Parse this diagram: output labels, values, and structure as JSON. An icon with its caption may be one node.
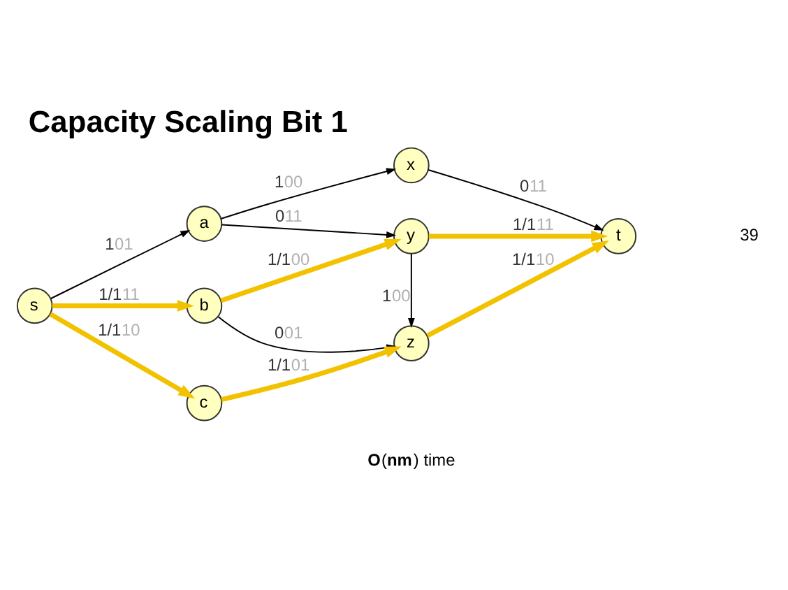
{
  "diagram": {
    "title": "Capacity Scaling Bit 1",
    "nodes": [
      {
        "text": [
          "s"
        ]
      },
      {
        "text": [
          "a"
        ]
      },
      {
        "text": [
          "b"
        ]
      },
      {
        "text": [
          "c"
        ]
      },
      {
        "text": [
          "x"
        ]
      },
      {
        "text": [
          "y"
        ]
      },
      {
        "text": [
          "z"
        ]
      },
      {
        "text": [
          "t"
        ]
      }
    ],
    "edges": [
      {
        "from": 0,
        "to": 1,
        "arrow": "to",
        "label": "101"
      },
      {
        "from": 0,
        "to": 2,
        "arrow": "to",
        "label": "1/111",
        "style": "thick",
        "color": "#f2c200"
      },
      {
        "from": 0,
        "to": 3,
        "arrow": "to",
        "label": "1/110",
        "style": "thick",
        "color": "#f2c200"
      },
      {
        "from": 1,
        "to": 4,
        "arrow": "to",
        "label": "100"
      },
      {
        "from": 1,
        "to": 5,
        "arrow": "to",
        "label": "011"
      },
      {
        "from": 2,
        "to": 5,
        "arrow": "to",
        "label": "1/100",
        "style": "thick",
        "color": "#f2c200"
      },
      {
        "from": 2,
        "to": 6,
        "arrow": "to",
        "label": "001"
      },
      {
        "from": 3,
        "to": 6,
        "arrow": "to",
        "label": "1/101",
        "style": "thick",
        "color": "#f2c200"
      },
      {
        "from": 4,
        "to": 7,
        "arrow": "to",
        "label": "011"
      },
      {
        "from": 5,
        "to": 7,
        "arrow": "to",
        "label": "1/111",
        "style": "thick",
        "color": "#f2c200"
      },
      {
        "from": 5,
        "to": 6,
        "arrow": "to",
        "label": "100"
      },
      {
        "from": 6,
        "to": 7,
        "arrow": "to",
        "label": "1/110",
        "style": "thick",
        "color": "#f2c200"
      }
    ],
    "labels": [
      "**O**(**nm**) time",
      "39"
    ]
  }
}
